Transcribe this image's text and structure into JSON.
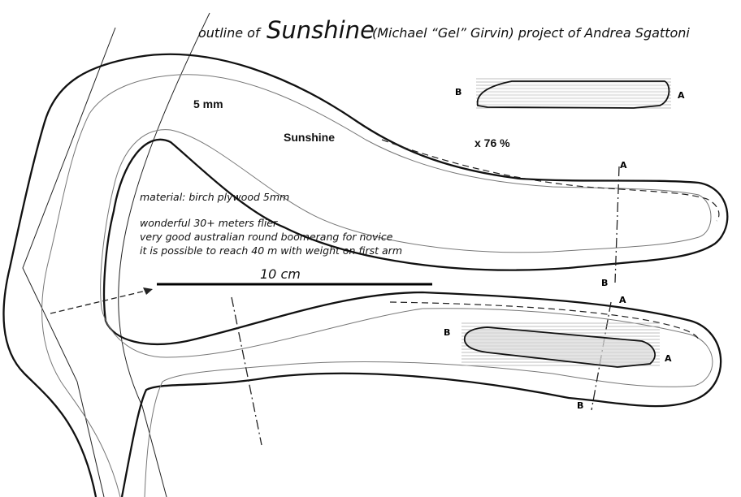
{
  "title": {
    "prefix": "outline of",
    "name": "Sunshine",
    "suffix": "(Michael “Gel” Girvin) project of Andrea Sgattoni"
  },
  "thickness_label": "5 mm",
  "model_label": "Sunshine",
  "scale_label": "x 76 %",
  "notes": {
    "material": "material: birch plywood 5mm",
    "line1": "wonderful 30+ meters flier",
    "line2": "very good australian round boomerang for novice",
    "line3": "it is possible to reach 40 m with weight on first arm"
  },
  "ruler_label": "10 cm",
  "section_labels": {
    "top_profile_b": "B",
    "top_profile_a": "A",
    "bottom_profile_b": "B",
    "bottom_profile_a": "A",
    "upper_cut_a": "A",
    "upper_cut_b": "B",
    "lower_cut_a": "A",
    "lower_cut_b": "B"
  }
}
